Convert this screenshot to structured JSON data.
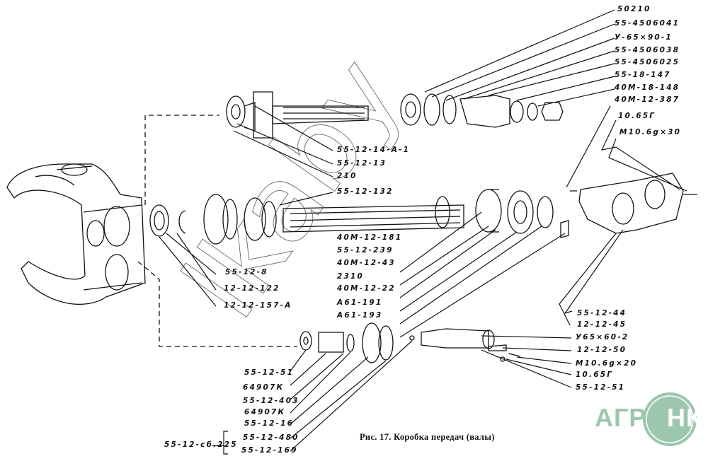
{
  "figure": {
    "caption": "Рис. 17. Коробка передач (валы)",
    "watermark": "lkaby",
    "logo_text": "АГРОНКА",
    "logo_color": "#9cc7ae"
  },
  "labels": {
    "top_right": [
      "50210",
      "55-4506041",
      "У-65×90-1",
      "55-4506038",
      "55-4506025",
      "55-18-147",
      "40М-18-148",
      "40М-12-387",
      "10.65Г",
      "М10.6g×30"
    ],
    "upper_shaft": [
      "55-12-14-А-1",
      "55-12-13",
      "210"
    ],
    "gear_132": "55-12-132",
    "main_shaft": [
      "40М-12-181",
      "55-12-239",
      "40М-12-43",
      "2310",
      "40М-12-22",
      "А61-191",
      "А61-193"
    ],
    "left_parts": [
      "55-12-8",
      "12-12-122",
      "12-12-157-А"
    ],
    "cover_parts": [
      "55-12-44",
      "12-12-45"
    ],
    "axle_parts": [
      "У65×60-2",
      "12-12-50",
      "М10.6g×20",
      "10.65Г",
      "55-12-51"
    ],
    "lower_shaft": [
      "55-12-51",
      "64907К",
      "55-12-403",
      "64907К",
      "55-12-16",
      "55-12-480",
      "55-12-169"
    ],
    "assembly": "55-12-сб.225"
  }
}
